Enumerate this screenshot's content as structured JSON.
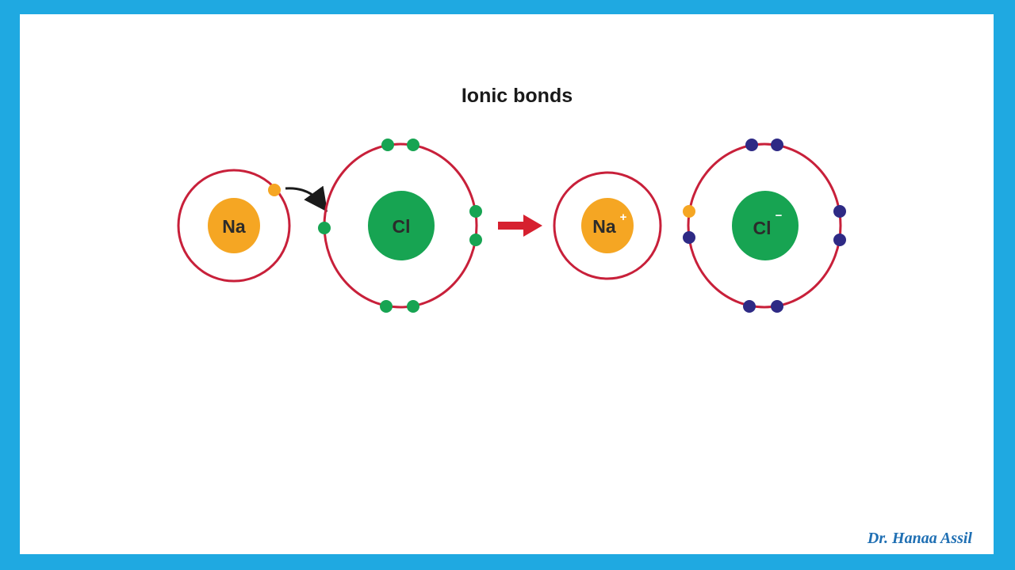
{
  "title": "Ionic bonds",
  "author": "Dr. Hanaa Assil",
  "atoms": {
    "na": {
      "symbol": "Na"
    },
    "cl": {
      "symbol": "Cl"
    },
    "na_ion": {
      "symbol": "Na",
      "charge": "+"
    },
    "cl_ion": {
      "symbol": "Cl",
      "charge": "−"
    }
  },
  "colors": {
    "frame": "#1fa9e1",
    "shell": "#c8203a",
    "na_nucleus": "#f5a623",
    "cl_nucleus": "#17a452",
    "transferred_electron": "#f5a623",
    "cl_electron": "#17a452",
    "ion_electron": "#2e2a85",
    "reaction_arrow": "#d6202f",
    "transfer_arrow": "#1a1a1a"
  }
}
